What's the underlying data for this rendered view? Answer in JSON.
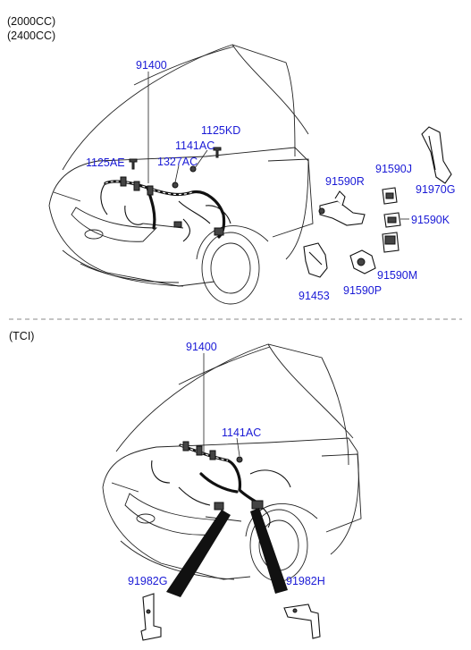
{
  "headers": {
    "top_line1": "(2000CC)",
    "top_line2": "(2400CC)",
    "bottom": "(TCI)"
  },
  "labels_top": {
    "p91400": "91400",
    "p1125KD": "1125KD",
    "p1141AC": "1141AC",
    "p1125AE": "1125AE",
    "p1327AC": "1327AC",
    "p91590R": "91590R",
    "p91590J": "91590J",
    "p91970G": "91970G",
    "p91590K": "91590K",
    "p91590M": "91590M",
    "p91453": "91453",
    "p91590P": "91590P"
  },
  "labels_bottom": {
    "p91400": "91400",
    "p1141AC": "1141AC",
    "p91982G": "91982G",
    "p91982H": "91982H"
  },
  "colors": {
    "label": "#1a1ad6",
    "line": "#222222",
    "divider": "#888888"
  }
}
